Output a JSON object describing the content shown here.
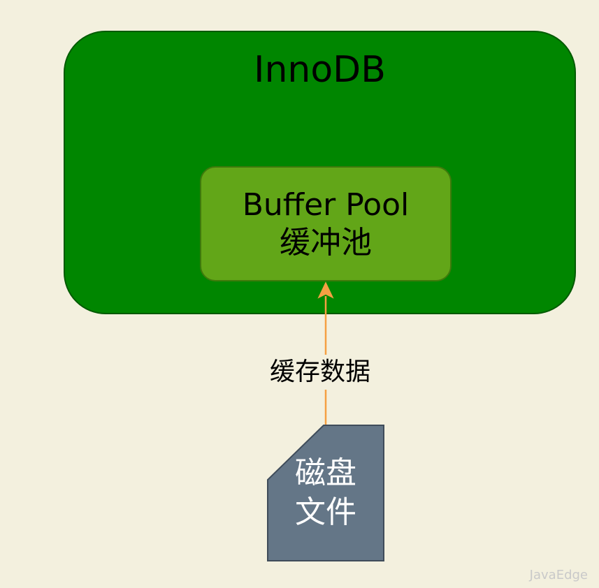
{
  "diagram": {
    "innodb_label": "InnoDB",
    "buffer_pool": {
      "line1": "Buffer Pool",
      "line2": "缓冲池"
    },
    "edge_label": "缓存数据",
    "disk_file": {
      "line1": "磁盘",
      "line2": "文件"
    }
  },
  "watermark": "JavaEdge",
  "colors": {
    "background": "#f3f0de",
    "innodb_fill": "#008600",
    "buffer_fill": "#62a618",
    "file_fill": "#647687",
    "arrow": "#f5a043"
  }
}
